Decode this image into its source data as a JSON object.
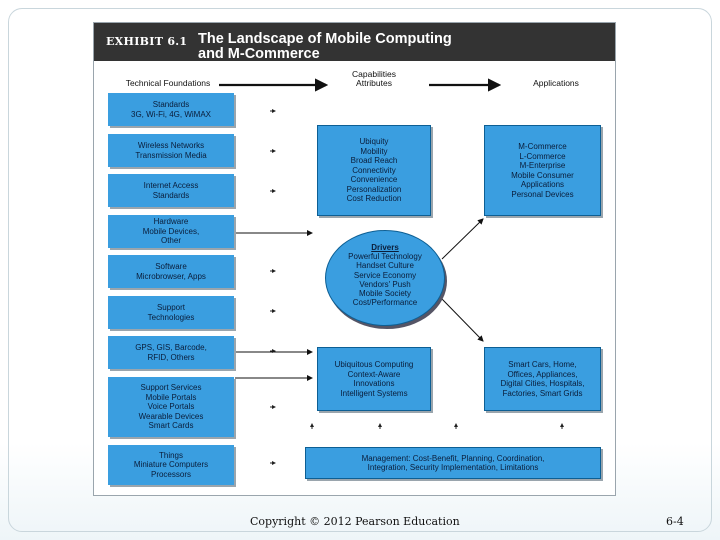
{
  "exhibit_label": "EXHIBIT 6.1",
  "title_line1": "The Landscape of Mobile Computing",
  "title_line2": "and M-Commerce",
  "columns": {
    "technical": "Technical Foundations",
    "capabilities_line1": "Capabilities",
    "capabilities_line2": "Attributes",
    "applications": "Applications"
  },
  "foundations": [
    [
      "Standards",
      "3G, Wi-Fi, 4G, WiMAX"
    ],
    [
      "Wireless Networks",
      "Transmission Media"
    ],
    [
      "Internet Access",
      "Standards"
    ],
    [
      "Hardware",
      "Mobile Devices,",
      "Other"
    ],
    [
      "Software",
      "Microbrowser, Apps"
    ],
    [
      "Support",
      "Technologies"
    ],
    [
      "GPS, GIS, Barcode,",
      "RFID, Others"
    ],
    [
      "Support Services",
      "Mobile Portals",
      "Voice Portals",
      "Wearable Devices",
      "Smart Cards"
    ],
    [
      "Things",
      "Miniature Computers",
      "Processors"
    ]
  ],
  "capabilities": [
    "Ubiquity",
    "Mobility",
    "Broad Reach",
    "Connectivity",
    "Convenience",
    "Personalization",
    "Cost Reduction"
  ],
  "drivers": {
    "heading": "Drivers",
    "items": [
      "Powerful Technology",
      "Handset Culture",
      "Service Economy",
      "Vendors' Push",
      "Mobile Society",
      "Cost/Performance"
    ]
  },
  "ubiquitous": [
    "Ubiquitous Computing",
    "Context-Aware",
    "Innovations",
    "Intelligent Systems"
  ],
  "applications": [
    "M-Commerce",
    "L-Commerce",
    "M-Enterprise",
    "Mobile Consumer",
    "Applications",
    "Personal Devices"
  ],
  "smart": [
    "Smart Cars, Home,",
    "Offices, Appliances,",
    "Digital Cities, Hospitals,",
    "Factories, Smart Grids"
  ],
  "management": [
    "Management: Cost-Benefit, Planning, Coordination,",
    "Integration, Security Implementation, Limitations"
  ],
  "footer": {
    "copyright": "Copyright © 2012 Pearson Education",
    "page": "6-4"
  }
}
